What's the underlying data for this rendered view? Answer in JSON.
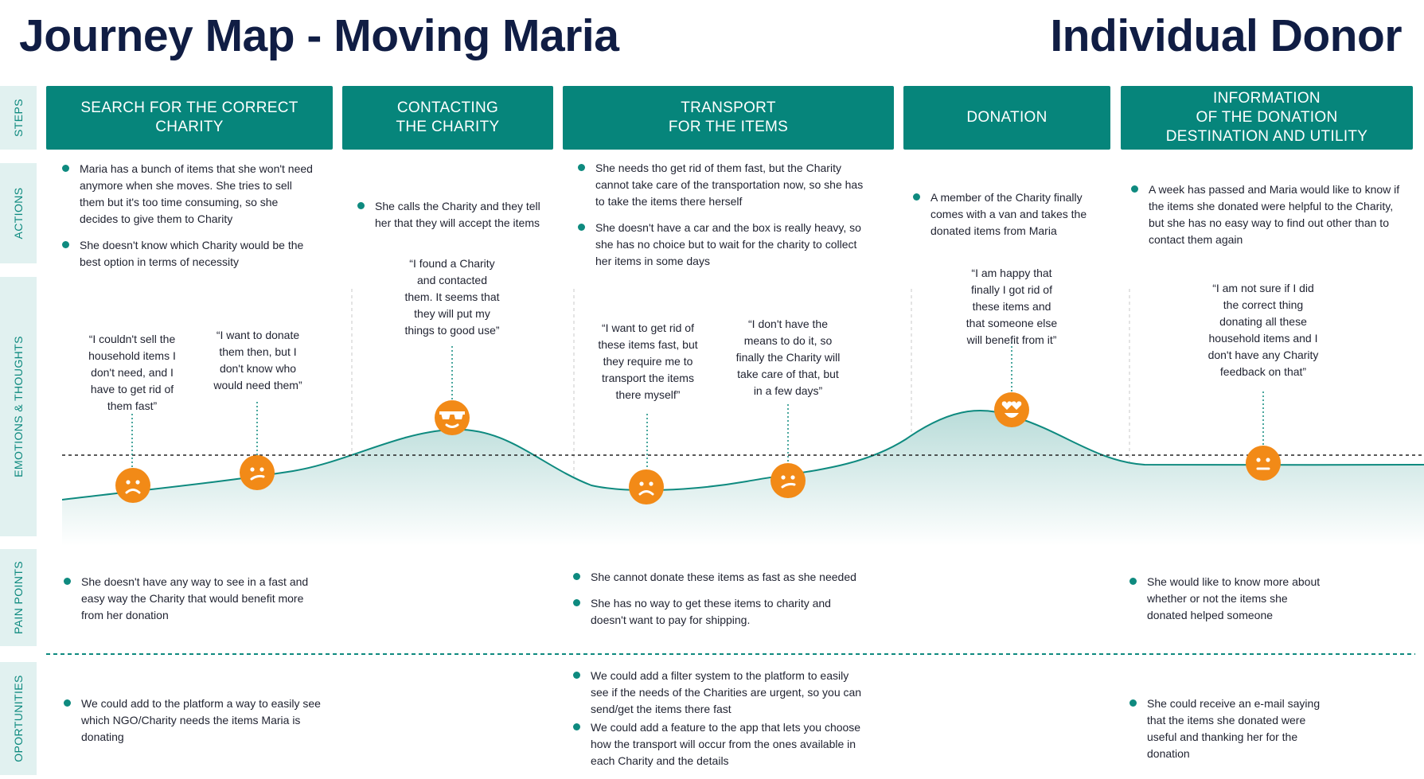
{
  "header": {
    "title": "Journey Map - Moving Maria",
    "persona": "Individual Donor"
  },
  "rows": {
    "steps": "STEPS",
    "actions": "ACTIONS",
    "emotions": "EMOTIONS & THOUGHTS",
    "pain_points": "PAIN POINTS",
    "opportunities": "OPORTUNITIES"
  },
  "stages": [
    {
      "step": "SEARCH FOR THE CORRECT\nCHARITY",
      "actions": [
        "Maria has a bunch of items that she won't need anymore when she moves. She tries to sell them but it's too time consuming, so she decides to give them to Charity",
        "She doesn't know which Charity would be the best option in terms of necessity"
      ],
      "pain_points": [
        "She doesn't have any way to see in a fast and easy way the Charity that would benefit more from her donation"
      ],
      "opportunities": [
        "We could add to the platform a way to easily see which NGO/Charity needs the items Maria is donating"
      ]
    },
    {
      "step": "CONTACTING\nTHE CHARITY",
      "actions": [
        "She calls the Charity and they tell her that they will accept the items"
      ],
      "pain_points": [],
      "opportunities": []
    },
    {
      "step": "TRANSPORT\nFOR THE ITEMS",
      "actions": [
        "She needs tho get rid of them fast, but the Charity cannot take care of the transportation now, so she has to take the items there herself",
        "She doesn't have a car and the box is really heavy, so she has no choice but to wait for the charity to collect her items in some days"
      ],
      "pain_points": [
        "She cannot donate these items as fast as she needed",
        "She has no way to get these items to charity and doesn't want to pay for shipping."
      ],
      "opportunities": [
        "We could add a filter system to the platform to easily see if the needs of the Charities are urgent, so you can send/get the items there fast",
        "We could add a feature to the app that lets you choose how the transport will occur from the ones available in each Charity and the details"
      ]
    },
    {
      "step": "DONATION",
      "actions": [
        "A member of the Charity finally comes with a van and takes the donated items from Maria"
      ],
      "pain_points": [],
      "opportunities": []
    },
    {
      "step": "INFORMATION\nOF THE DONATION\nDESTINATION AND UTILITY",
      "actions": [
        "A week has passed and Maria would like to know if the items she donated were helpful to the Charity, but she has no easy way to find out other than to contact them again"
      ],
      "pain_points": [
        "She would like to know more about whether or not the items she donated helped someone"
      ],
      "opportunities": [
        "She could receive an e-mail saying that the items she donated were useful and thanking her for the donation"
      ]
    }
  ],
  "thoughts": [
    {
      "text": "“I couldn't sell the\nhousehold items I\ndon't need, and I\nhave to get rid of\nthem fast”",
      "emotion": "sad"
    },
    {
      "text": "“I want to donate\nthem then, but I\ndon't know who\nwould need them”",
      "emotion": "confused"
    },
    {
      "text": "“I found a Charity\nand contacted\nthem. It seems that\nthey will put my\nthings to good use”",
      "emotion": "cool"
    },
    {
      "text": "“I want to get rid of\nthese items fast, but\nthey require me to\ntransport the items\nthere myself”",
      "emotion": "sad"
    },
    {
      "text": "“I don't have the\nmeans to do it, so\nfinally the Charity will\ntake care of that, but\nin a few days”",
      "emotion": "confused"
    },
    {
      "text": "“I am happy that\nfinally I got rid of\nthese items and\nthat someone else\nwill benefit from it”",
      "emotion": "love"
    },
    {
      "text": "“I am not sure if I did\nthe correct thing\ndonating all these\nhousehold items and I\ndon't have any Charity\nfeedback on that”",
      "emotion": "neutral"
    }
  ],
  "colors": {
    "teal": "#06857b",
    "navy": "#101d44",
    "face": "#f28a17",
    "side_bg": "#e1f1f0"
  }
}
